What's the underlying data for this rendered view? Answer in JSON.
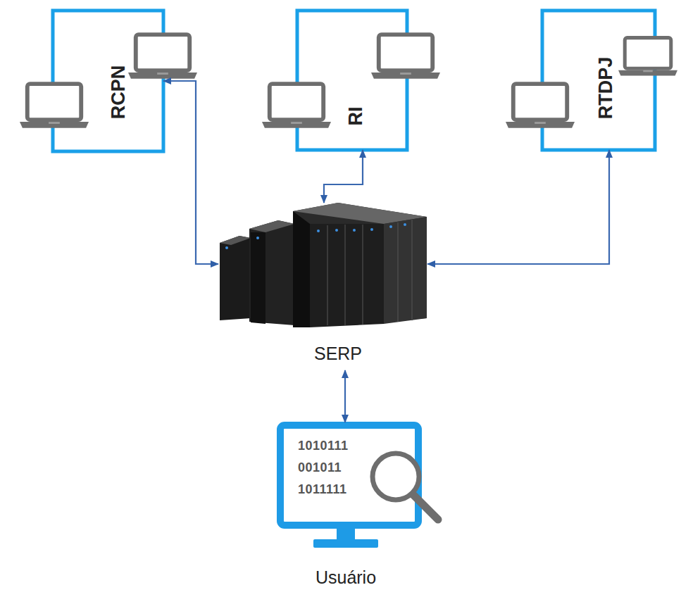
{
  "diagram": {
    "nodes": [
      {
        "text": [
          "RCPN"
        ]
      },
      {
        "text": [
          "RI"
        ]
      },
      {
        "text": [
          "RTDPJ"
        ]
      },
      {
        "text": [
          "SERP"
        ]
      },
      {
        "text": [
          "Usuário"
        ]
      }
    ],
    "edges": [
      {
        "from": 0,
        "to": 3,
        "arrow": "both"
      },
      {
        "from": 1,
        "to": 3,
        "arrow": "both"
      },
      {
        "from": 2,
        "to": 3,
        "arrow": "both"
      },
      {
        "from": 3,
        "to": 4,
        "arrow": "both"
      }
    ],
    "labels": [
      "1010111",
      "001011",
      "1011111"
    ]
  }
}
